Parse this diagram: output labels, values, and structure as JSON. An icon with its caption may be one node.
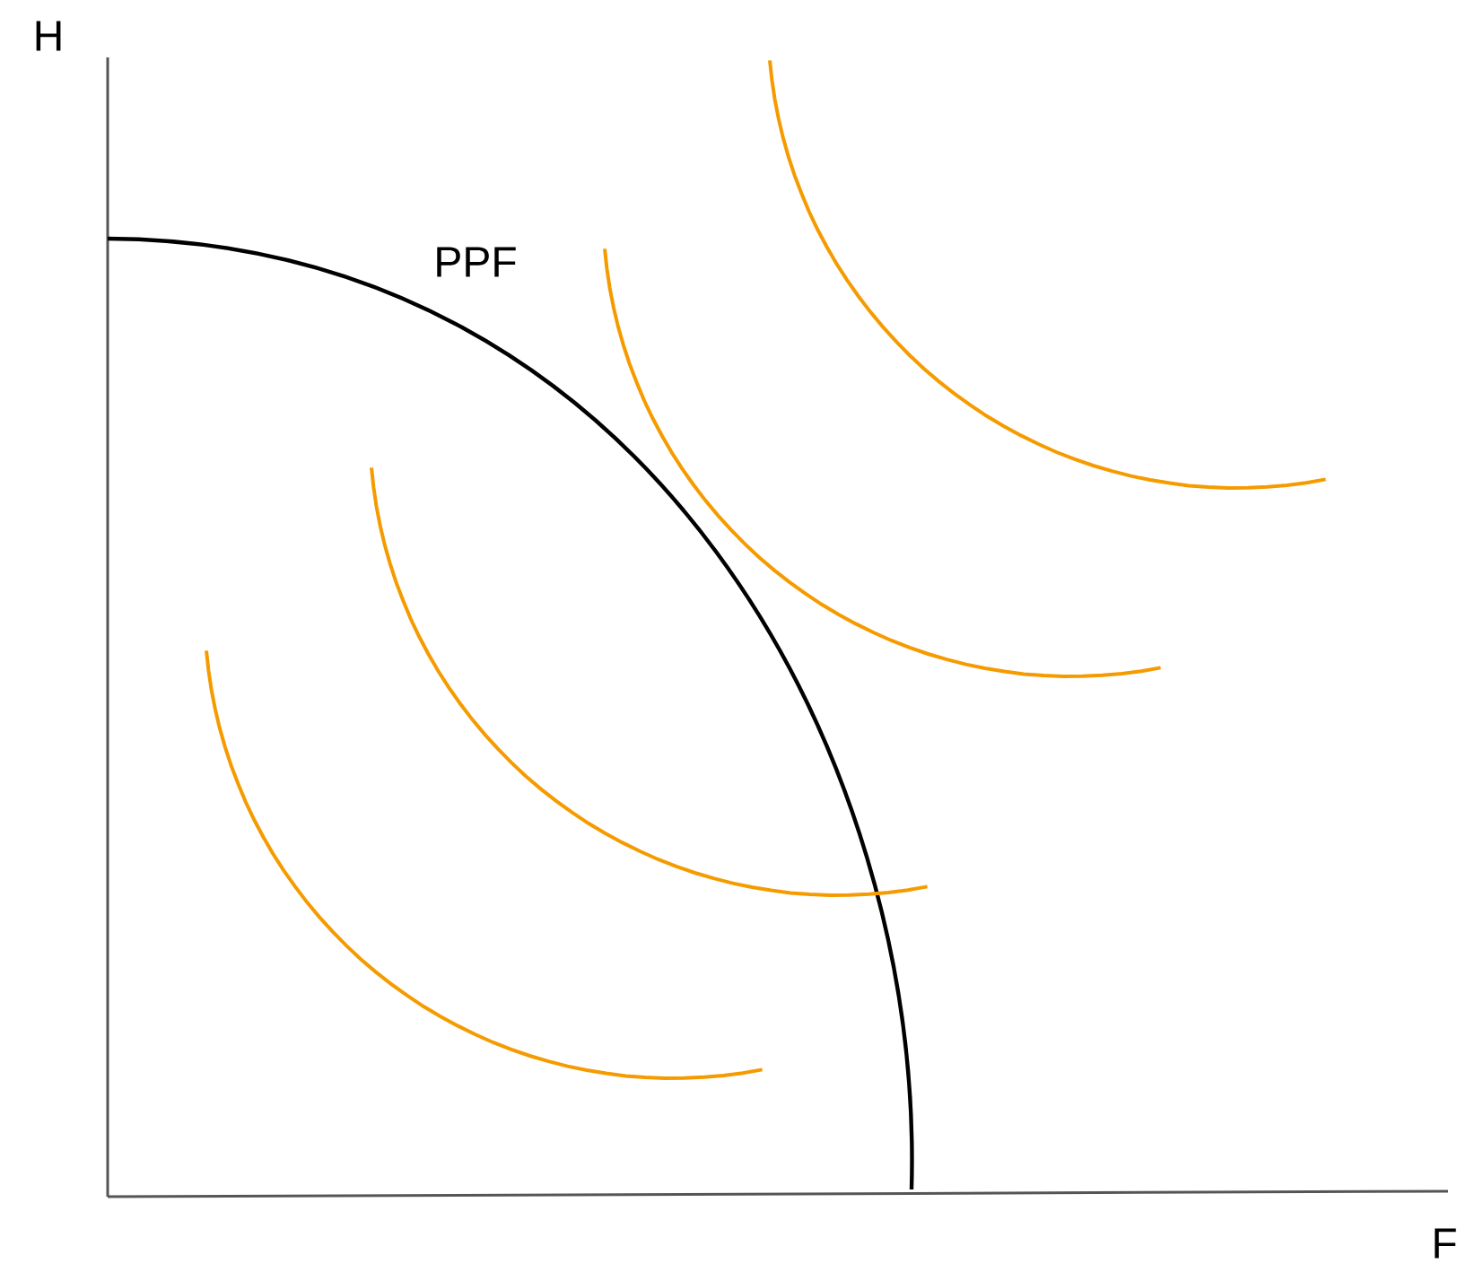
{
  "diagram": {
    "labels": [
      "H",
      "PPF",
      "F"
    ]
  }
}
